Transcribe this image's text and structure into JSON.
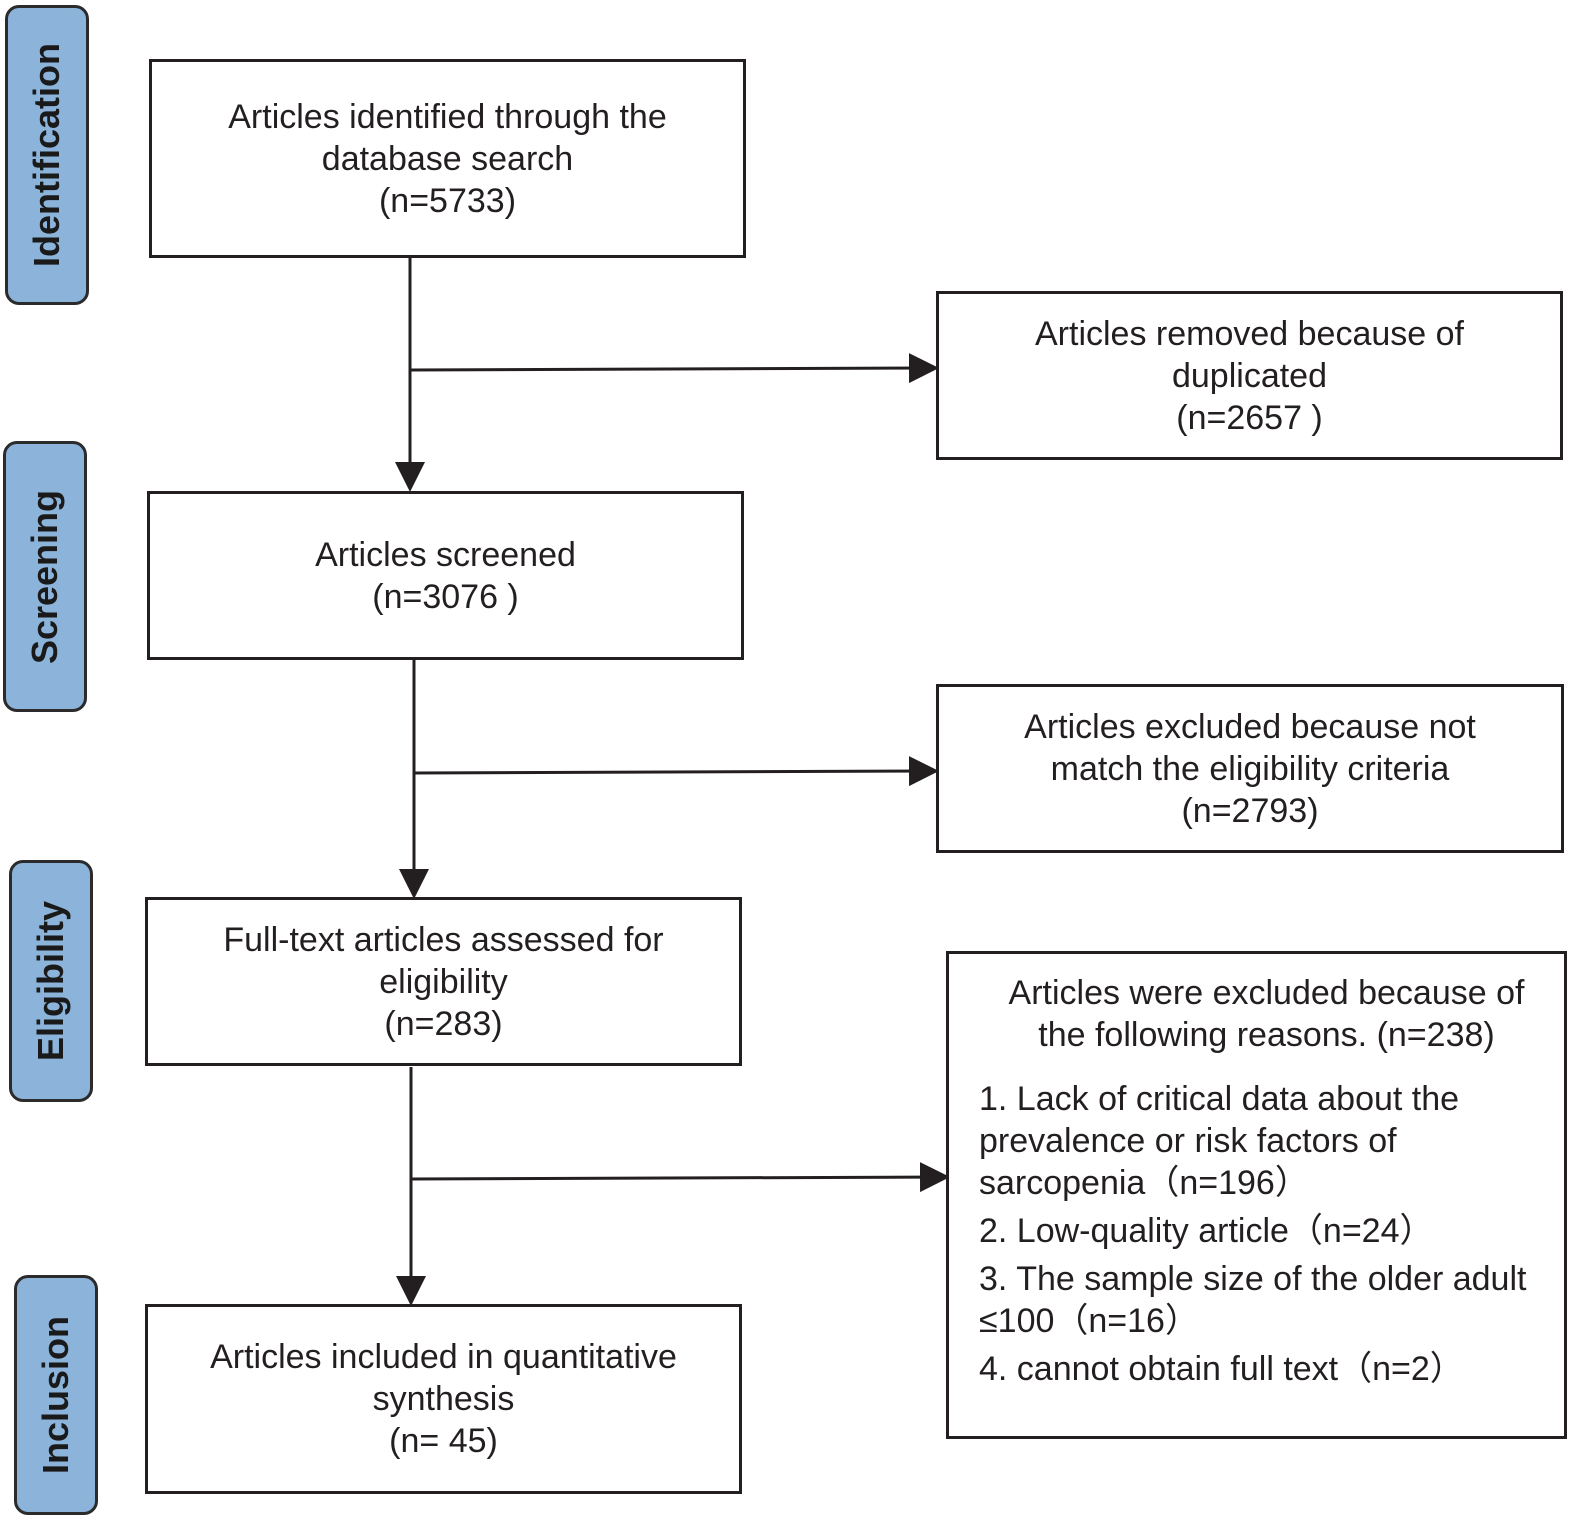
{
  "phases": {
    "identification": "Identification",
    "screening": "Screening",
    "eligibility": "Eligibility",
    "inclusion": "Inclusion"
  },
  "boxes": {
    "identified": {
      "line1": "Articles identified through the",
      "line2": "database search",
      "count": "(n=5733)"
    },
    "duplicates": {
      "line1": "Articles removed because of",
      "line2": "duplicated",
      "count": "(n=2657 )"
    },
    "screened": {
      "line1": "Articles screened",
      "count": "(n=3076 )"
    },
    "excluded_criteria": {
      "line1": "Articles excluded because not",
      "line2": "match the eligibility criteria",
      "count": "(n=2793)"
    },
    "fulltext": {
      "line1": "Full-text articles assessed for",
      "line2": "eligibility",
      "count": "(n=283)"
    },
    "excluded_reasons": {
      "line1": "Articles were excluded because of",
      "line2": "the following reasons. (n=238)",
      "reasons": [
        "1. Lack of critical data about the",
        "prevalence or risk factors of",
        "sarcopenia（n=196）",
        "2. Low-quality article（n=24）",
        "3. The sample size of the older adult",
        "≤100（n=16）",
        "4. cannot obtain full text（n=2）"
      ]
    },
    "included": {
      "line1": "Articles included in quantitative",
      "line2": "synthesis",
      "count": "(n= 45)"
    }
  },
  "colors": {
    "phase_fill": "#8cb4db",
    "line": "#231f20"
  }
}
